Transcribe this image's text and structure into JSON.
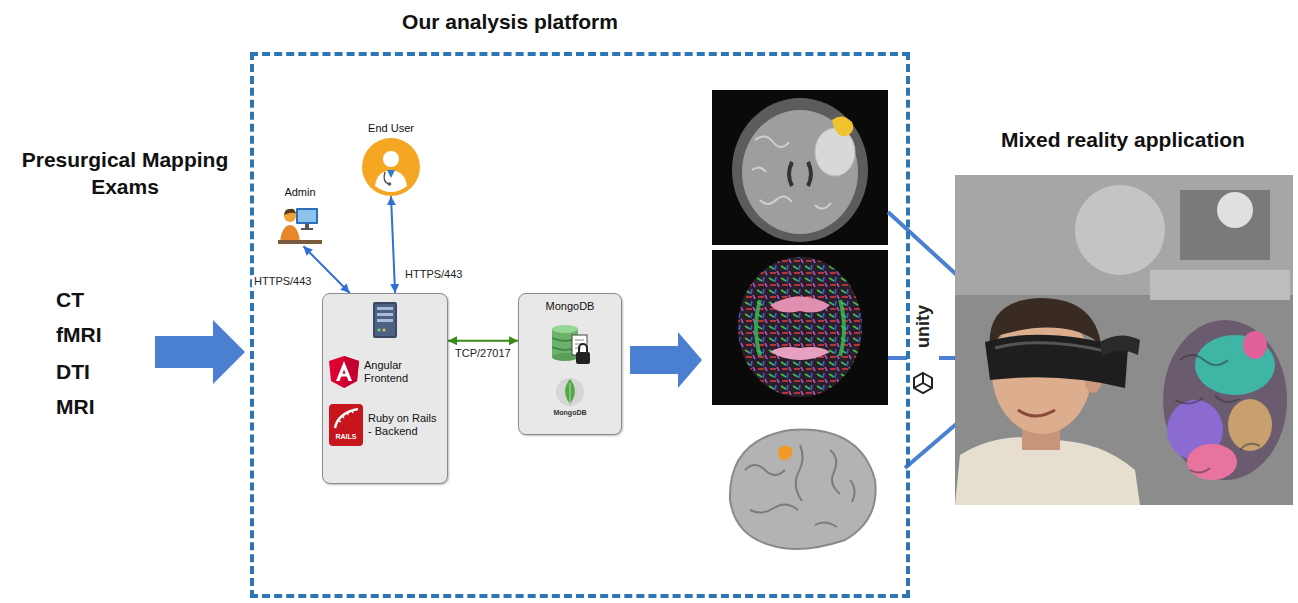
{
  "diagram": {
    "nodes": [
      {
        "text": [
          "Our analysis platform"
        ]
      },
      {
        "text": [
          "Admin"
        ],
        "in": 0
      },
      {
        "text": [
          "End User"
        ],
        "in": 0
      },
      {
        "text": [
          "Angular Frontend",
          "Ruby on Rails - Backend"
        ],
        "in": 0
      },
      {
        "text": [
          "MongoDB"
        ],
        "in": 0
      }
    ],
    "edges": [
      {
        "from": 1,
        "to": 3,
        "label": "HTTPS/443",
        "arrow": "both"
      },
      {
        "from": 2,
        "to": 3,
        "label": "HTTPS/443",
        "arrow": "both"
      },
      {
        "from": 3,
        "to": 4,
        "label": "TCP/27017",
        "arrow": "both"
      }
    ],
    "labels": [
      "Presurgical Mapping Exams",
      "CT",
      "fMRI",
      "DTI",
      "MRI",
      "RAILS",
      "MongoDB",
      "unity",
      "Mixed reality application"
    ]
  }
}
